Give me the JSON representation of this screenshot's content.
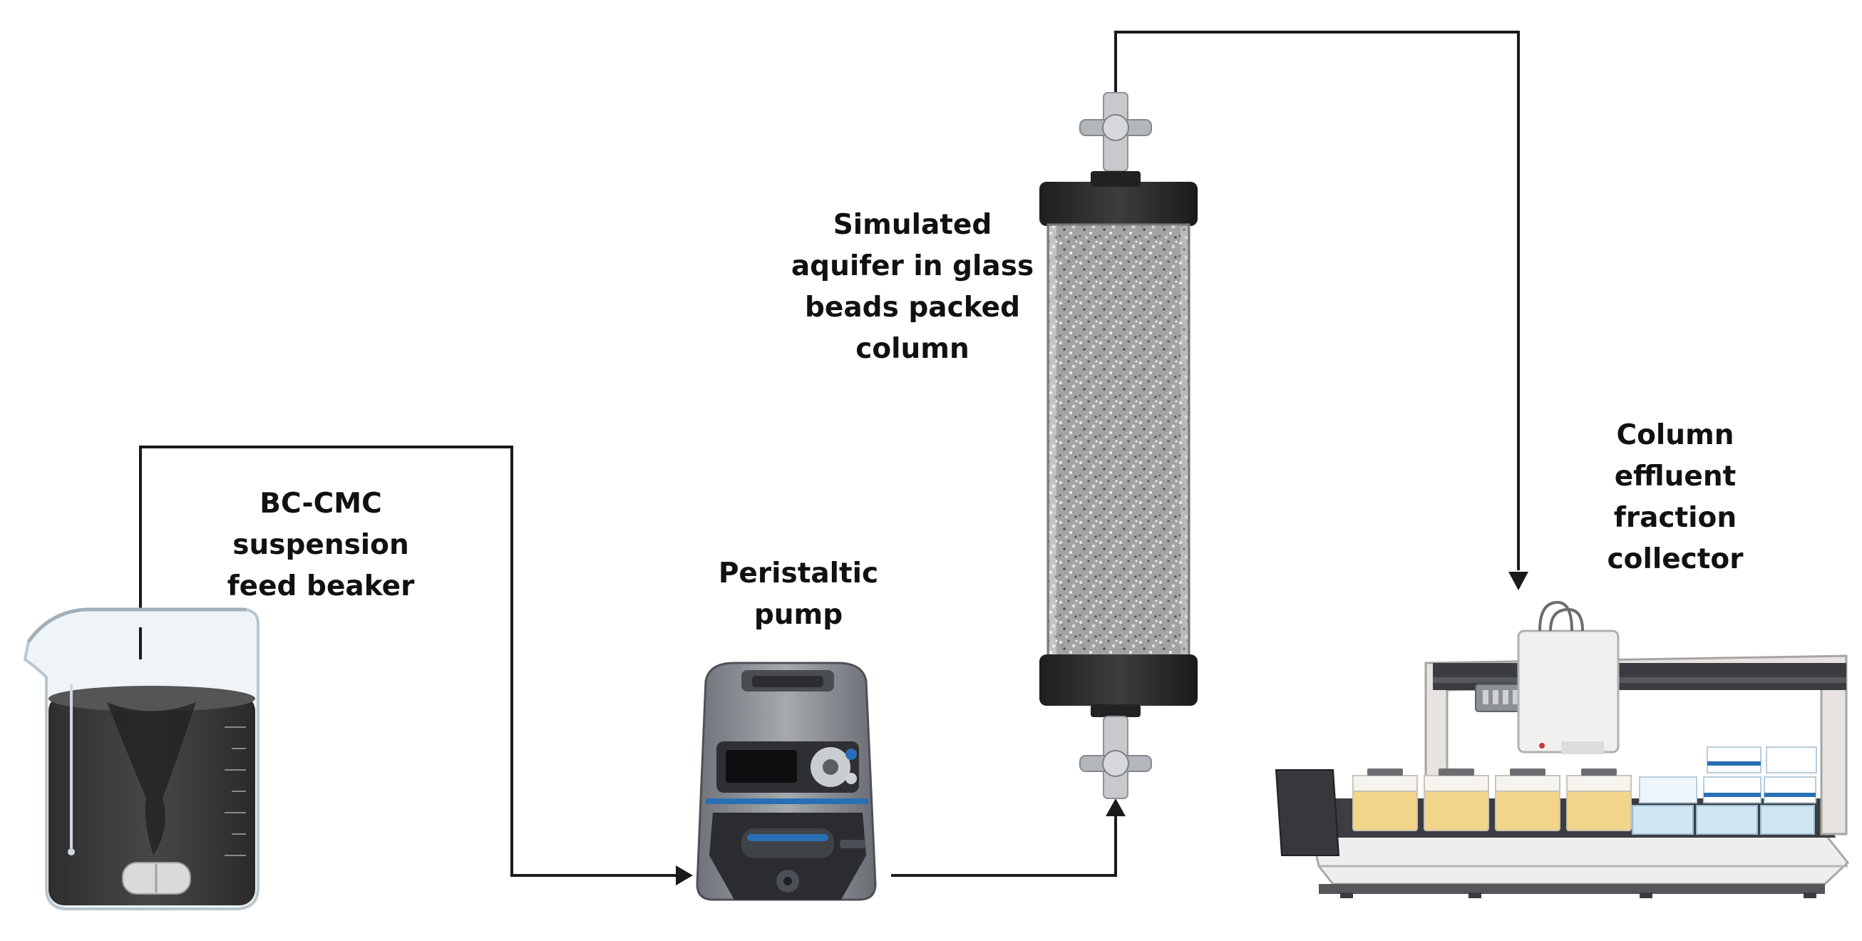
{
  "labels": {
    "beaker": [
      "BC-CMC",
      "suspension",
      "feed beaker"
    ],
    "pump": [
      "Peristaltic",
      "pump"
    ],
    "column": [
      "Simulated",
      "aquifer in glass",
      "beads packed",
      "column"
    ],
    "collector": [
      "Column",
      "effluent",
      "fraction",
      "collector"
    ]
  },
  "colors": {
    "line": "#1a1a1a",
    "liquid": "#3c3c3c",
    "glass": "#e4edf2",
    "column_fill": "#9a9a9a",
    "pump_body": "#8d9096",
    "pump_accent": "#2a6fb5",
    "collector_frame": "#e9e6e4",
    "collector_rail": "#3a3c40",
    "sample_fill": "#f2d58a",
    "rack_blue": "#cfe6f3"
  },
  "icons": [
    "beaker-icon",
    "stir-bar-icon",
    "peristaltic-pump-icon",
    "packed-column-icon",
    "valve-icon",
    "fraction-collector-icon"
  ]
}
